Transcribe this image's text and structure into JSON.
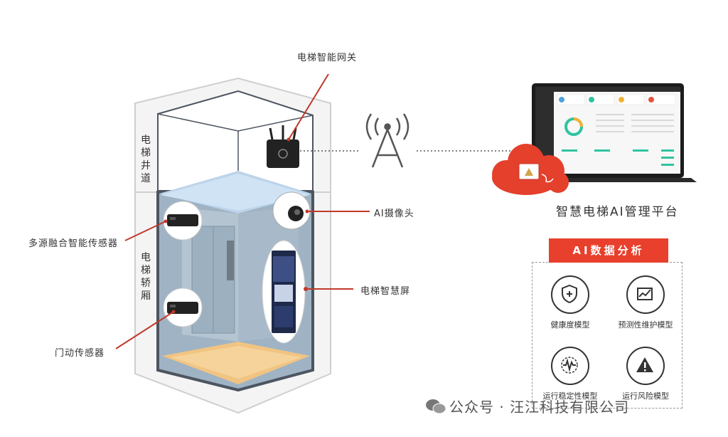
{
  "shaft_label": "电梯井道",
  "car_label": "电梯轿厢",
  "components": {
    "gateway": "电梯智能网关",
    "camera": "AI摄像头",
    "sensor": "多源融合智能传感器",
    "screen": "电梯智慧屏",
    "door_sensor": "门动传感器"
  },
  "platform_title": "智慧电梯AI管理平台",
  "analysis_title": "AI数据分析",
  "models": [
    {
      "label": "健康度模型",
      "icon": "shield-plus-icon"
    },
    {
      "label": "预测性维护模型",
      "icon": "wrench-chart-icon"
    },
    {
      "label": "运行稳定性模型",
      "icon": "vibration-icon"
    },
    {
      "label": "运行风险模型",
      "icon": "warning-triangle-icon"
    }
  ],
  "watermark": "公众号 · 汪江科技有限公司",
  "colors": {
    "accent": "#e8402c",
    "car_wall": "#9fb3c4",
    "car_floor": "#f1c482",
    "frame": "#4d5560"
  }
}
